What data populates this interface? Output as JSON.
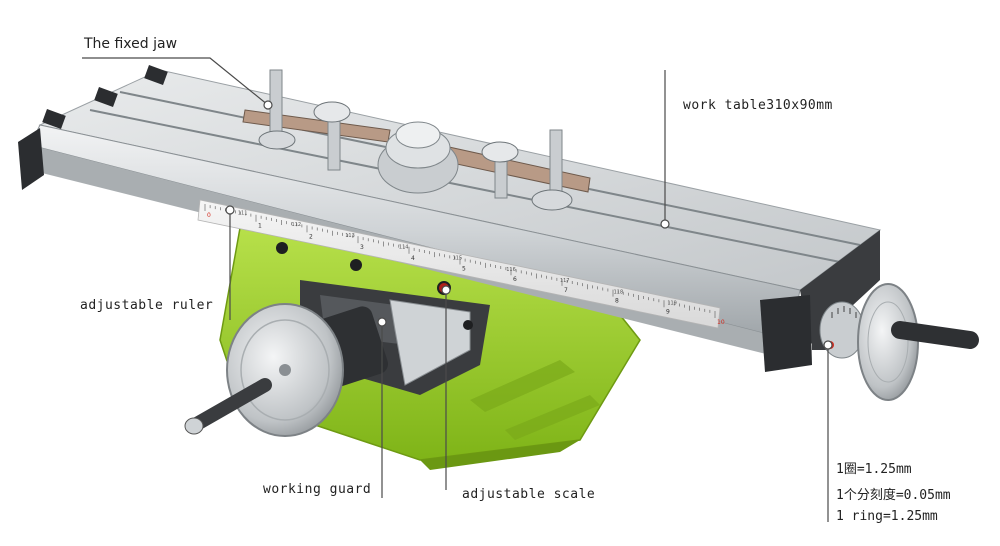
{
  "labels": {
    "fixed_jaw": "The fixed jaw",
    "work_table": "work table310x90mm",
    "adjustable_ruler": "adjustable ruler",
    "working_guard": "working guard",
    "adjustable_scale": "adjustable scale",
    "spec_line_1": "1圈=1.25mm",
    "spec_line_2": "1个分刻度=0.05mm",
    "spec_line_3": "1 ring=1.25mm"
  },
  "ruler": {
    "ticks": [
      "0",
      "1",
      "2",
      "3",
      "4",
      "5",
      "6",
      "7",
      "8",
      "9",
      "10"
    ],
    "small_marks": [
      "111",
      "112",
      "113",
      "114",
      "115",
      "116",
      "117",
      "118",
      "119"
    ]
  },
  "colors": {
    "base_green": "#9ed12d",
    "table_silver": "#d7dadc",
    "rail_dark": "#2b2d30",
    "callout_line": "#4a4a4a",
    "accent_red": "#d42a1e"
  }
}
